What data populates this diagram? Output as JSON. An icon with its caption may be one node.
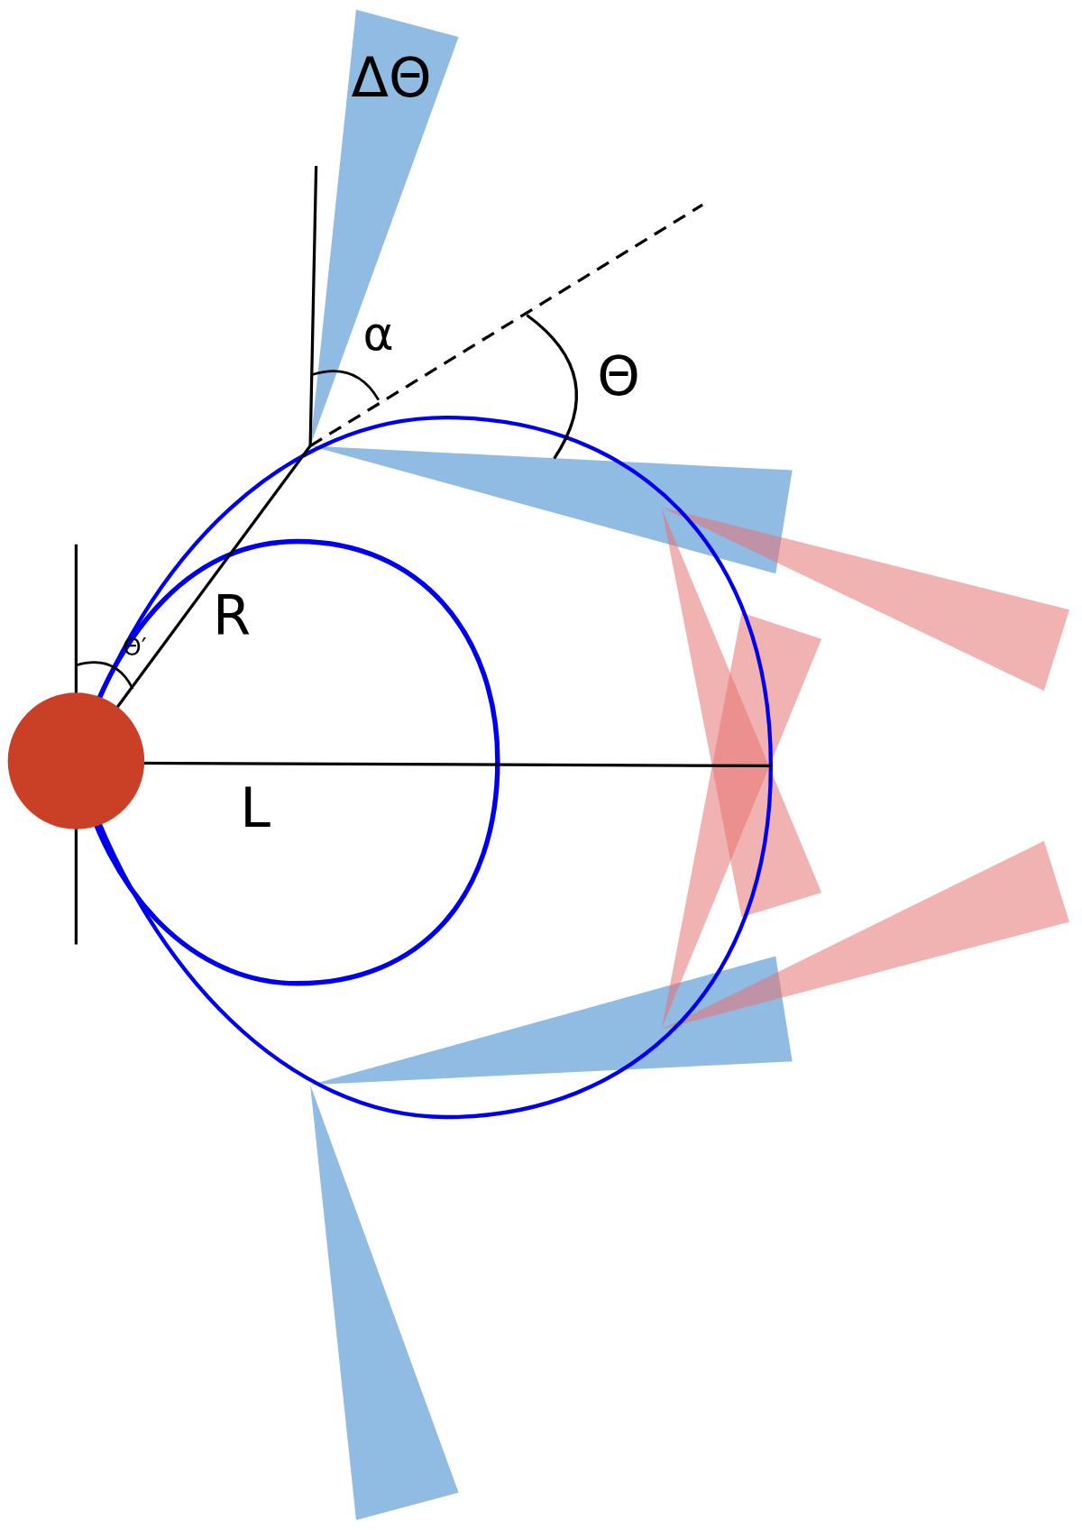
{
  "diagram": {
    "labels": [
      "ΔΘ",
      "α",
      "Θ",
      "R",
      "Θ′",
      "L"
    ]
  }
}
